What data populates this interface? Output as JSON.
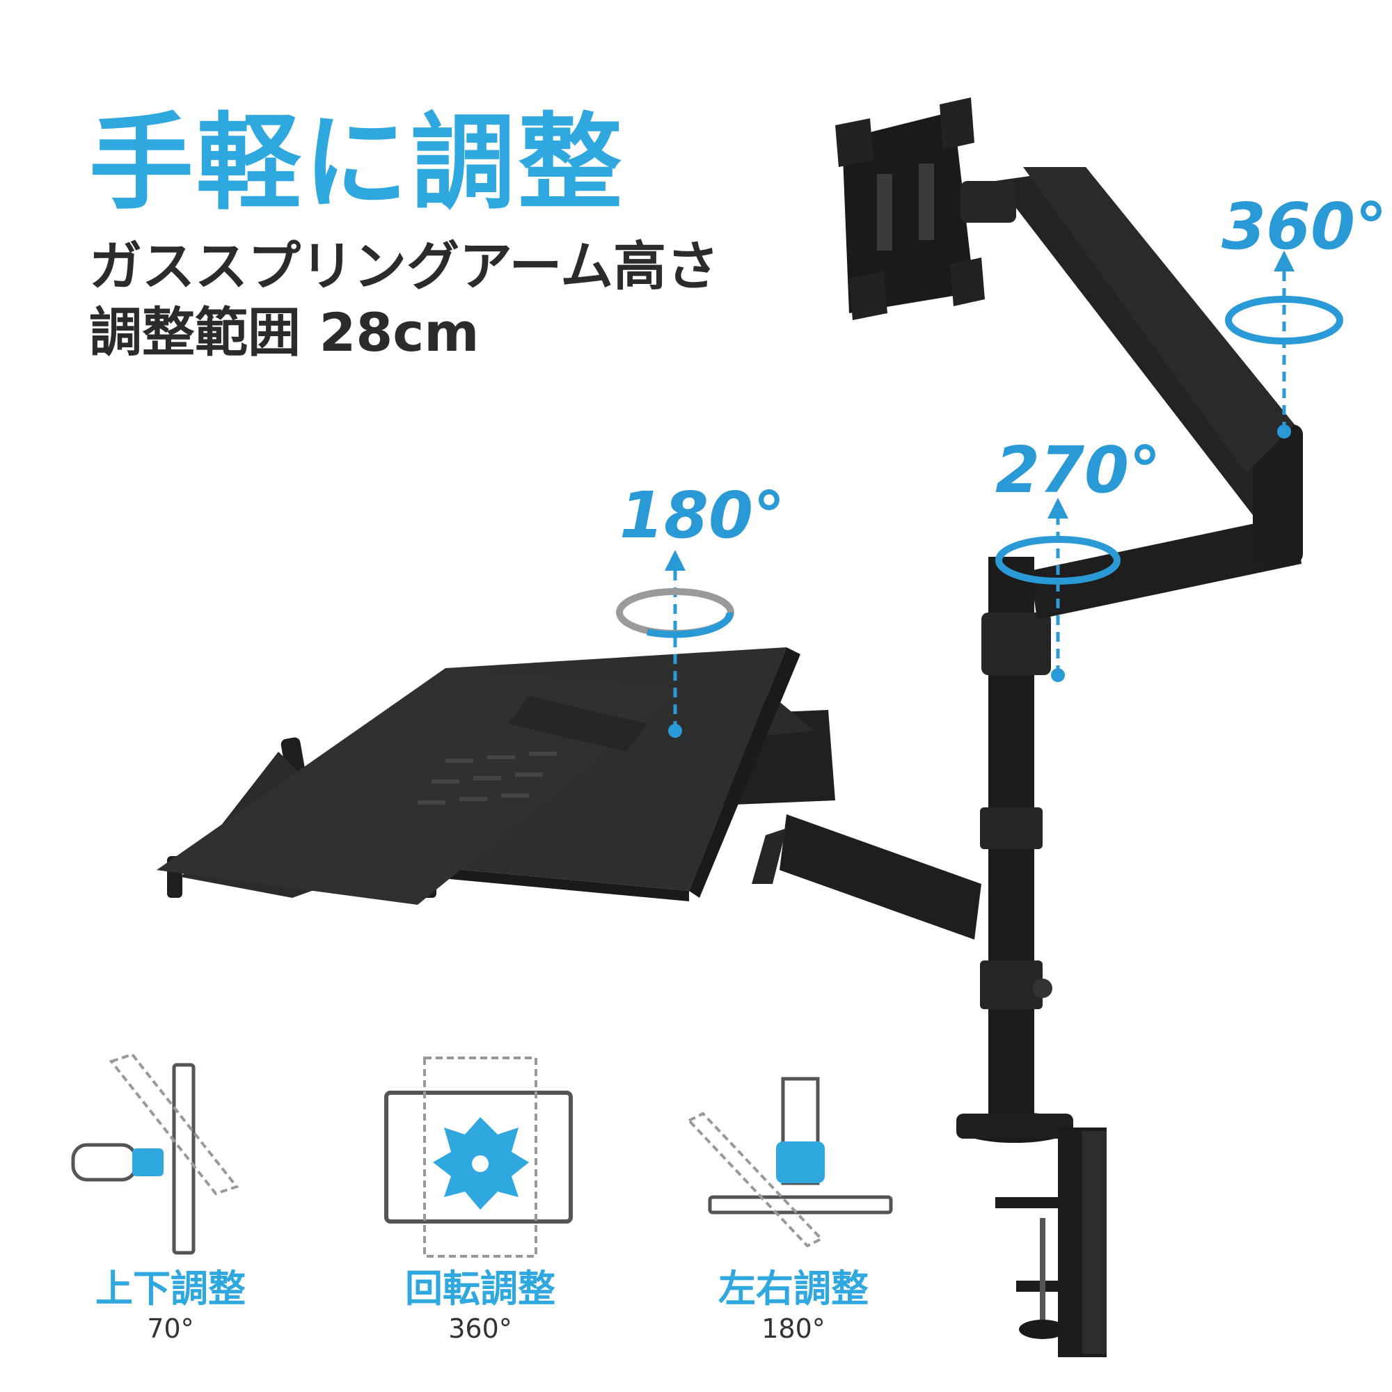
{
  "headline": "手軽に調整",
  "subtitle_line1": "ガススプリングアーム高さ",
  "subtitle_line2": "調整範囲 28cm",
  "rotation_labels": {
    "top_arm": "360°",
    "mid_arm": "270°",
    "laptop_arm": "180°"
  },
  "features": [
    {
      "label": "上下調整",
      "degrees": "70°",
      "icon": "tilt-icon"
    },
    {
      "label": "回転調整",
      "degrees": "360°",
      "icon": "rotate-icon"
    },
    {
      "label": "左右調整",
      "degrees": "180°",
      "icon": "swivel-icon"
    }
  ],
  "colors": {
    "accent": "#2fa7df",
    "product": "#1c1c1c",
    "text": "#2b2b2b"
  }
}
